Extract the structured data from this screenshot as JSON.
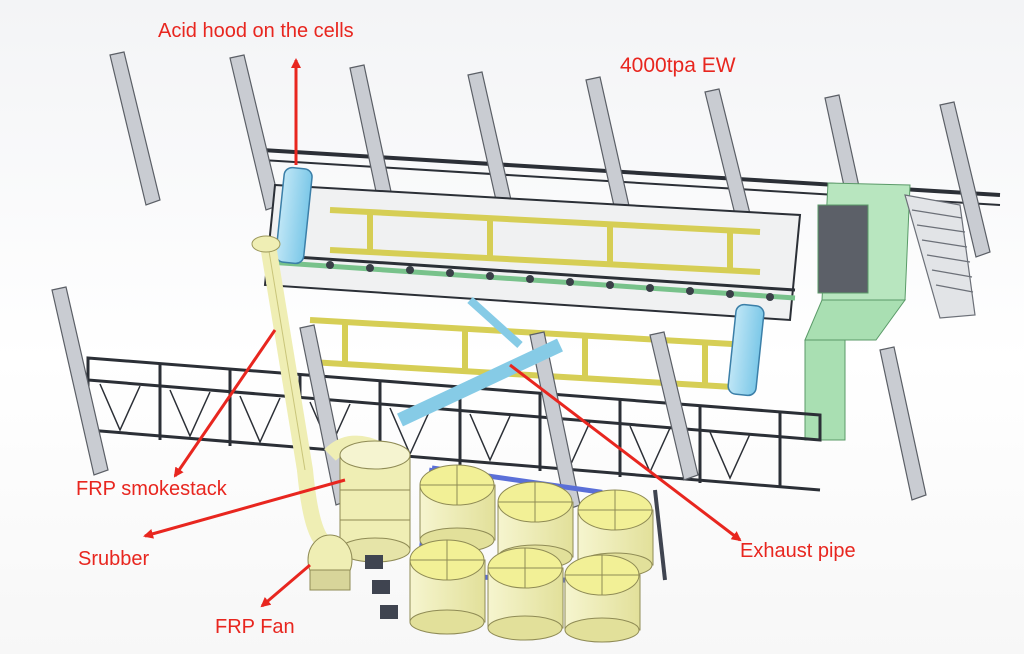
{
  "title": "4000tpa EW",
  "labels": {
    "acid_hood": "Acid hood on the cells",
    "smokestack": "FRP smokestack",
    "scrubber": "Srubber",
    "fan": "FRP Fan",
    "exhaust_pipe": "Exhaust pipe"
  },
  "colors": {
    "annotation": "#e8261f",
    "steel": "#2b2f36",
    "column": "#c9ccd2",
    "yellow_beam": "#e9e27a",
    "frp": "#efeeb4",
    "green_panel": "#a9dfb2",
    "blue_hood": "#9fd6ee",
    "pipe_blue": "#5a6fd8"
  }
}
